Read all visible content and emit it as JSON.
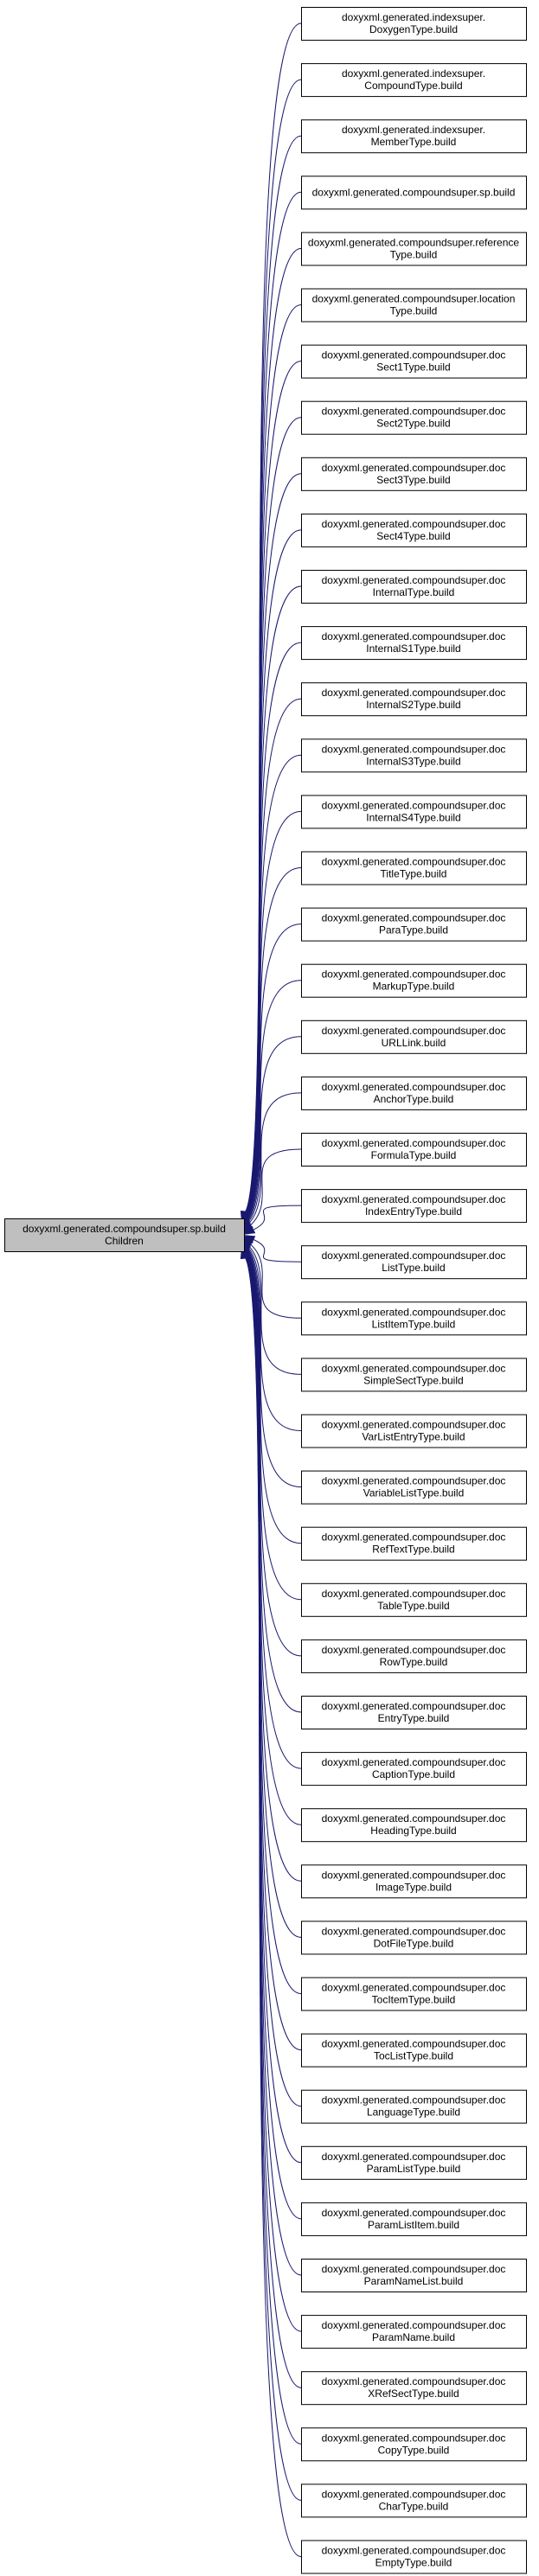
{
  "central": {
    "lines": [
      "doxyxml.generated.compoundsuper.sp.build",
      "Children"
    ]
  },
  "nodes": [
    {
      "lines": [
        "doxyxml.generated.indexsuper.",
        "DoxygenType.build"
      ]
    },
    {
      "lines": [
        "doxyxml.generated.indexsuper.",
        "CompoundType.build"
      ]
    },
    {
      "lines": [
        "doxyxml.generated.indexsuper.",
        "MemberType.build"
      ]
    },
    {
      "lines": [
        "doxyxml.generated.compoundsuper.sp.build"
      ]
    },
    {
      "lines": [
        "doxyxml.generated.compoundsuper.reference",
        "Type.build"
      ]
    },
    {
      "lines": [
        "doxyxml.generated.compoundsuper.location",
        "Type.build"
      ]
    },
    {
      "lines": [
        "doxyxml.generated.compoundsuper.doc",
        "Sect1Type.build"
      ]
    },
    {
      "lines": [
        "doxyxml.generated.compoundsuper.doc",
        "Sect2Type.build"
      ]
    },
    {
      "lines": [
        "doxyxml.generated.compoundsuper.doc",
        "Sect3Type.build"
      ]
    },
    {
      "lines": [
        "doxyxml.generated.compoundsuper.doc",
        "Sect4Type.build"
      ]
    },
    {
      "lines": [
        "doxyxml.generated.compoundsuper.doc",
        "InternalType.build"
      ]
    },
    {
      "lines": [
        "doxyxml.generated.compoundsuper.doc",
        "InternalS1Type.build"
      ]
    },
    {
      "lines": [
        "doxyxml.generated.compoundsuper.doc",
        "InternalS2Type.build"
      ]
    },
    {
      "lines": [
        "doxyxml.generated.compoundsuper.doc",
        "InternalS3Type.build"
      ]
    },
    {
      "lines": [
        "doxyxml.generated.compoundsuper.doc",
        "InternalS4Type.build"
      ]
    },
    {
      "lines": [
        "doxyxml.generated.compoundsuper.doc",
        "TitleType.build"
      ]
    },
    {
      "lines": [
        "doxyxml.generated.compoundsuper.doc",
        "ParaType.build"
      ]
    },
    {
      "lines": [
        "doxyxml.generated.compoundsuper.doc",
        "MarkupType.build"
      ]
    },
    {
      "lines": [
        "doxyxml.generated.compoundsuper.doc",
        "URLLink.build"
      ]
    },
    {
      "lines": [
        "doxyxml.generated.compoundsuper.doc",
        "AnchorType.build"
      ]
    },
    {
      "lines": [
        "doxyxml.generated.compoundsuper.doc",
        "FormulaType.build"
      ]
    },
    {
      "lines": [
        "doxyxml.generated.compoundsuper.doc",
        "IndexEntryType.build"
      ]
    },
    {
      "lines": [
        "doxyxml.generated.compoundsuper.doc",
        "ListType.build"
      ]
    },
    {
      "lines": [
        "doxyxml.generated.compoundsuper.doc",
        "ListItemType.build"
      ]
    },
    {
      "lines": [
        "doxyxml.generated.compoundsuper.doc",
        "SimpleSectType.build"
      ]
    },
    {
      "lines": [
        "doxyxml.generated.compoundsuper.doc",
        "VarListEntryType.build"
      ]
    },
    {
      "lines": [
        "doxyxml.generated.compoundsuper.doc",
        "VariableListType.build"
      ]
    },
    {
      "lines": [
        "doxyxml.generated.compoundsuper.doc",
        "RefTextType.build"
      ]
    },
    {
      "lines": [
        "doxyxml.generated.compoundsuper.doc",
        "TableType.build"
      ]
    },
    {
      "lines": [
        "doxyxml.generated.compoundsuper.doc",
        "RowType.build"
      ]
    },
    {
      "lines": [
        "doxyxml.generated.compoundsuper.doc",
        "EntryType.build"
      ]
    },
    {
      "lines": [
        "doxyxml.generated.compoundsuper.doc",
        "CaptionType.build"
      ]
    },
    {
      "lines": [
        "doxyxml.generated.compoundsuper.doc",
        "HeadingType.build"
      ]
    },
    {
      "lines": [
        "doxyxml.generated.compoundsuper.doc",
        "ImageType.build"
      ]
    },
    {
      "lines": [
        "doxyxml.generated.compoundsuper.doc",
        "DotFileType.build"
      ]
    },
    {
      "lines": [
        "doxyxml.generated.compoundsuper.doc",
        "TocItemType.build"
      ]
    },
    {
      "lines": [
        "doxyxml.generated.compoundsuper.doc",
        "TocListType.build"
      ]
    },
    {
      "lines": [
        "doxyxml.generated.compoundsuper.doc",
        "LanguageType.build"
      ]
    },
    {
      "lines": [
        "doxyxml.generated.compoundsuper.doc",
        "ParamListType.build"
      ]
    },
    {
      "lines": [
        "doxyxml.generated.compoundsuper.doc",
        "ParamListItem.build"
      ]
    },
    {
      "lines": [
        "doxyxml.generated.compoundsuper.doc",
        "ParamNameList.build"
      ]
    },
    {
      "lines": [
        "doxyxml.generated.compoundsuper.doc",
        "ParamName.build"
      ]
    },
    {
      "lines": [
        "doxyxml.generated.compoundsuper.doc",
        "XRefSectType.build"
      ]
    },
    {
      "lines": [
        "doxyxml.generated.compoundsuper.doc",
        "CopyType.build"
      ]
    },
    {
      "lines": [
        "doxyxml.generated.compoundsuper.doc",
        "CharType.build"
      ]
    },
    {
      "lines": [
        "doxyxml.generated.compoundsuper.doc",
        "EmptyType.build"
      ]
    }
  ],
  "colors": {
    "edge": "#191970",
    "central_fill": "#bfbfbf",
    "node_fill": "#ffffff",
    "node_border": "#000000"
  }
}
